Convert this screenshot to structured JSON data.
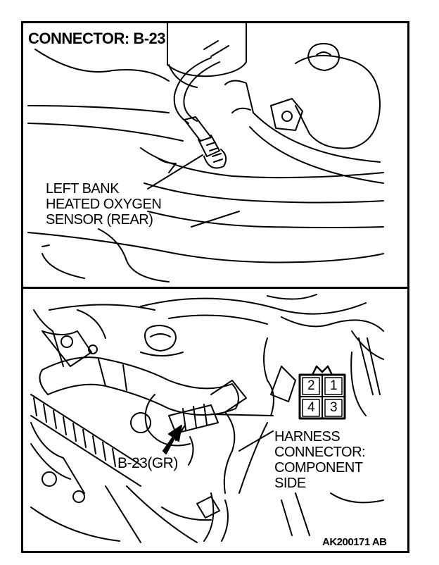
{
  "title": "CONNECTOR: B-23",
  "sensor_label": [
    "LEFT BANK",
    "HEATED OXYGEN",
    "SENSOR (REAR)"
  ],
  "connector_label": "B-23(GR)",
  "harness_label": [
    "HARNESS",
    "CONNECTOR:",
    "COMPONENT",
    "SIDE"
  ],
  "pins": [
    "2",
    "1",
    "4",
    "3"
  ],
  "figure_code": "AK200171 AB"
}
